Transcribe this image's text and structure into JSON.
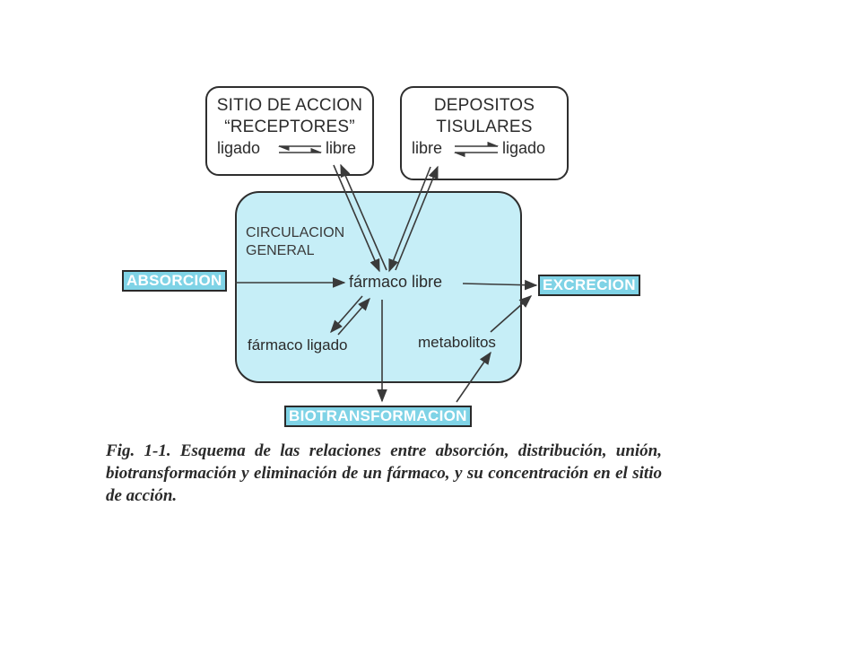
{
  "receptor_box": {
    "title_line1": "SITIO DE ACCION",
    "title_line2": "“RECEPTORES”",
    "left_term": "ligado",
    "right_term": "libre"
  },
  "deposit_box": {
    "title_line1": "DEPOSITOS",
    "title_line2": "TISULARES",
    "left_term": "libre",
    "right_term": "ligado"
  },
  "circulation": {
    "label_line1": "CIRCULACION",
    "label_line2": "GENERAL",
    "free_drug": "fármaco libre",
    "bound_drug": "fármaco ligado",
    "metabolites": "metabolitos",
    "fill_color": "#c6eef7"
  },
  "tags": {
    "absorption": "ABSORCION",
    "excretion": "EXCRECION",
    "biotransformation": "BIOTRANSFORMACION",
    "color": "#7fd3e6"
  },
  "caption": "Fig. 1-1. Esquema de las relaciones entre absorción, distribución, unión, biotransformación y eliminación de un fármaco, y su concentración en el sitio de acción."
}
